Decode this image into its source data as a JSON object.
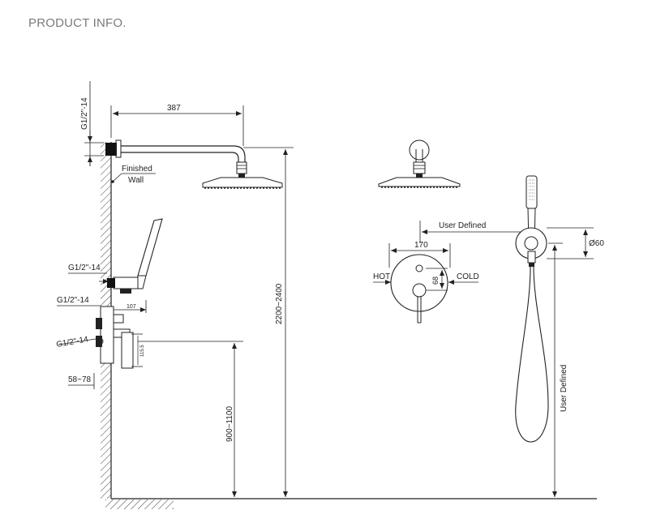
{
  "header": {
    "title": "PRODUCT INFO."
  },
  "diagram": {
    "side_view": {
      "inlet_top": "G1/2\"-14",
      "arm_length": "387",
      "finished_wall": [
        "Finished",
        "Wall"
      ],
      "shower_height": "2200~2400",
      "hand_inlet": "G1/2\"-14",
      "valve_inlet_1": "G1/2\"-14",
      "valve_offset": "107",
      "valve_inlet_2": "G1/2\"-14",
      "wall_depth": "58~78",
      "handle_size": "115.5",
      "valve_height": "900~1100"
    },
    "front_view": {
      "user_defined_top": "User Defined",
      "plate_width": "170",
      "hot": "HOT",
      "cold": "COLD",
      "handle_offset": "68",
      "holder_diameter": "Ø60",
      "user_defined_side": "User Defined"
    }
  }
}
